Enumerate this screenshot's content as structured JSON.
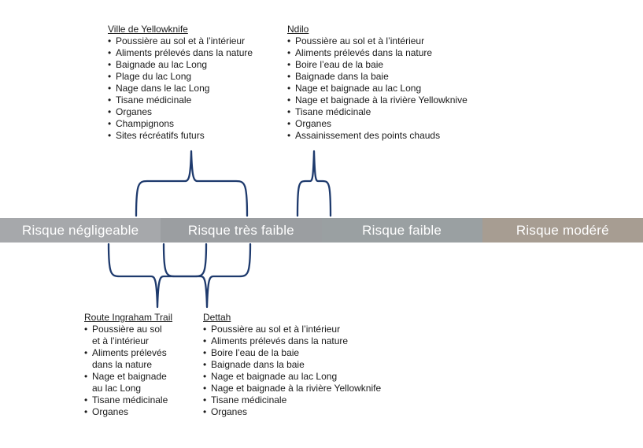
{
  "accent": {
    "brace_color": "#1e3a6d"
  },
  "top_groups": [
    {
      "title": "Ville de Yellowknife",
      "items": [
        "Poussière au sol et à l’intérieur",
        "Aliments prélevés dans la nature",
        "Baignade au lac Long",
        "Plage du lac Long",
        "Nage dans le lac Long",
        "Tisane médicinale",
        "Organes",
        "Champignons",
        "Sites récréatifs futurs"
      ]
    },
    {
      "title": "Ndilo",
      "items": [
        "Poussière au sol et à l’intérieur",
        "Aliments prélevés dans la nature",
        "Boire l’eau de la baie",
        "Baignade dans la baie",
        "Nage et baignade au lac Long",
        "Nage et baignade à la rivière Yellowknive",
        "Tisane médicinale",
        "Organes",
        "Assainissement des points chauds"
      ]
    }
  ],
  "bar": {
    "segments": [
      {
        "label": "Risque négligeable",
        "color": "#a6a8ab"
      },
      {
        "label": "Risque très faible",
        "color": "#9b9ea1"
      },
      {
        "label": "Risque faible",
        "color": "#9aa0a2"
      },
      {
        "label": "Risque modéré",
        "color": "#a79d92"
      }
    ]
  },
  "bottom_groups": [
    {
      "title": "Route Ingraham Trail",
      "items": [
        "Poussière au sol et à l’intérieur",
        "Aliments prélevés dans la nature",
        "Nage et baignade au lac Long",
        "Tisane médicinale",
        "Organes"
      ]
    },
    {
      "title": "Dettah",
      "items": [
        "Poussière au sol et à l’intérieur",
        "Aliments prélevés dans la nature",
        "Boire l’eau de la baie",
        "Baignade dans la baie",
        "Nage et baignade au lac Long",
        "Nage et baignade à la rivière Yellowknife",
        "Tisane médicinale",
        "Organes"
      ]
    }
  ]
}
